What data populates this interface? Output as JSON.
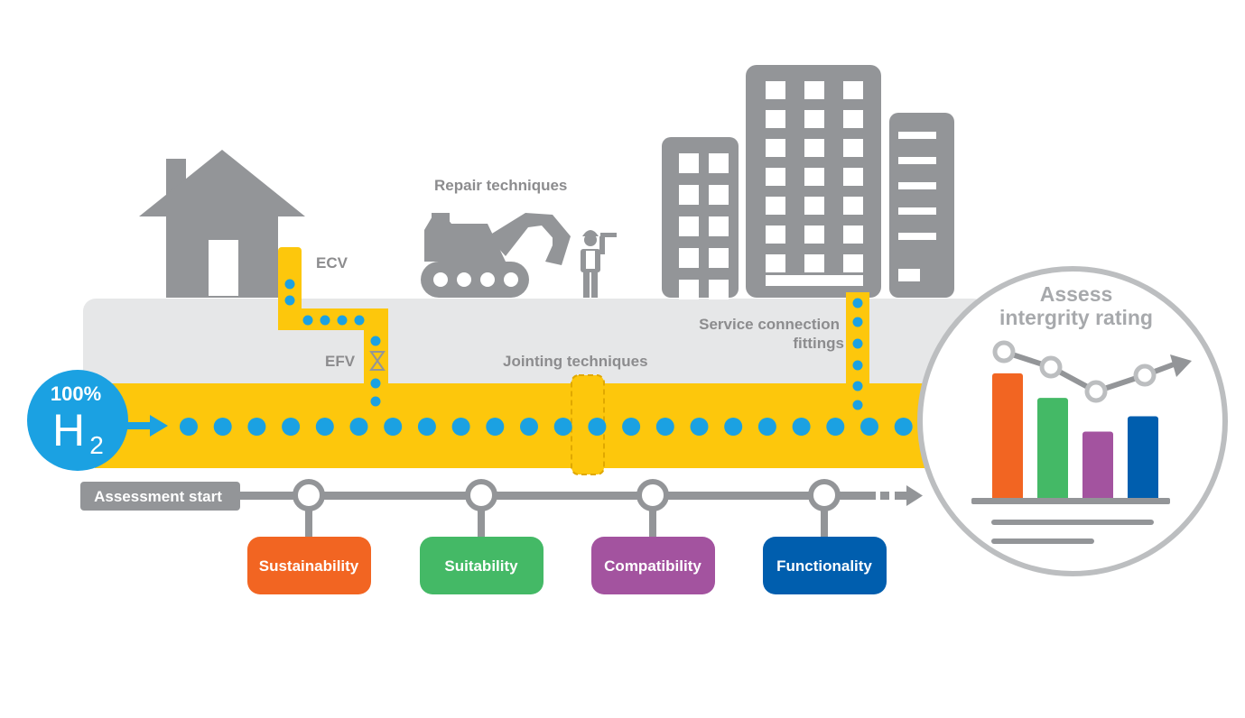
{
  "source": {
    "percent": "100%",
    "gas_main": "H",
    "gas_sub": "2"
  },
  "labels": {
    "ecv": "ECV",
    "efv": "EFV",
    "repair": "Repair techniques",
    "jointing": "Jointing techniques",
    "service_line1": "Service connection",
    "service_line2": "fittings"
  },
  "timeline": {
    "start": "Assessment start",
    "stages": [
      {
        "label": "Sustainability",
        "color": "#f26522"
      },
      {
        "label": "Suitability",
        "color": "#44b966"
      },
      {
        "label": "Compatibility",
        "color": "#a3539f"
      },
      {
        "label": "Functionality",
        "color": "#005eae"
      }
    ]
  },
  "rating": {
    "title_line1": "Assess",
    "title_line2": "intergrity rating",
    "bars": [
      {
        "value": 0.83,
        "color": "#f26522"
      },
      {
        "value": 0.67,
        "color": "#44b966"
      },
      {
        "value": 0.45,
        "color": "#a3539f"
      },
      {
        "value": 0.55,
        "color": "#005eae"
      }
    ]
  },
  "colors": {
    "pipe": "#fdc70c",
    "dots": "#1ba1e2",
    "grey": "#939598",
    "ground": "#e6e7e8",
    "source_circle": "#1ba1e2"
  },
  "icons": [
    "house-icon",
    "excavator-icon",
    "worker-icon",
    "buildings-icon",
    "valve-icon",
    "arrow-icon"
  ]
}
